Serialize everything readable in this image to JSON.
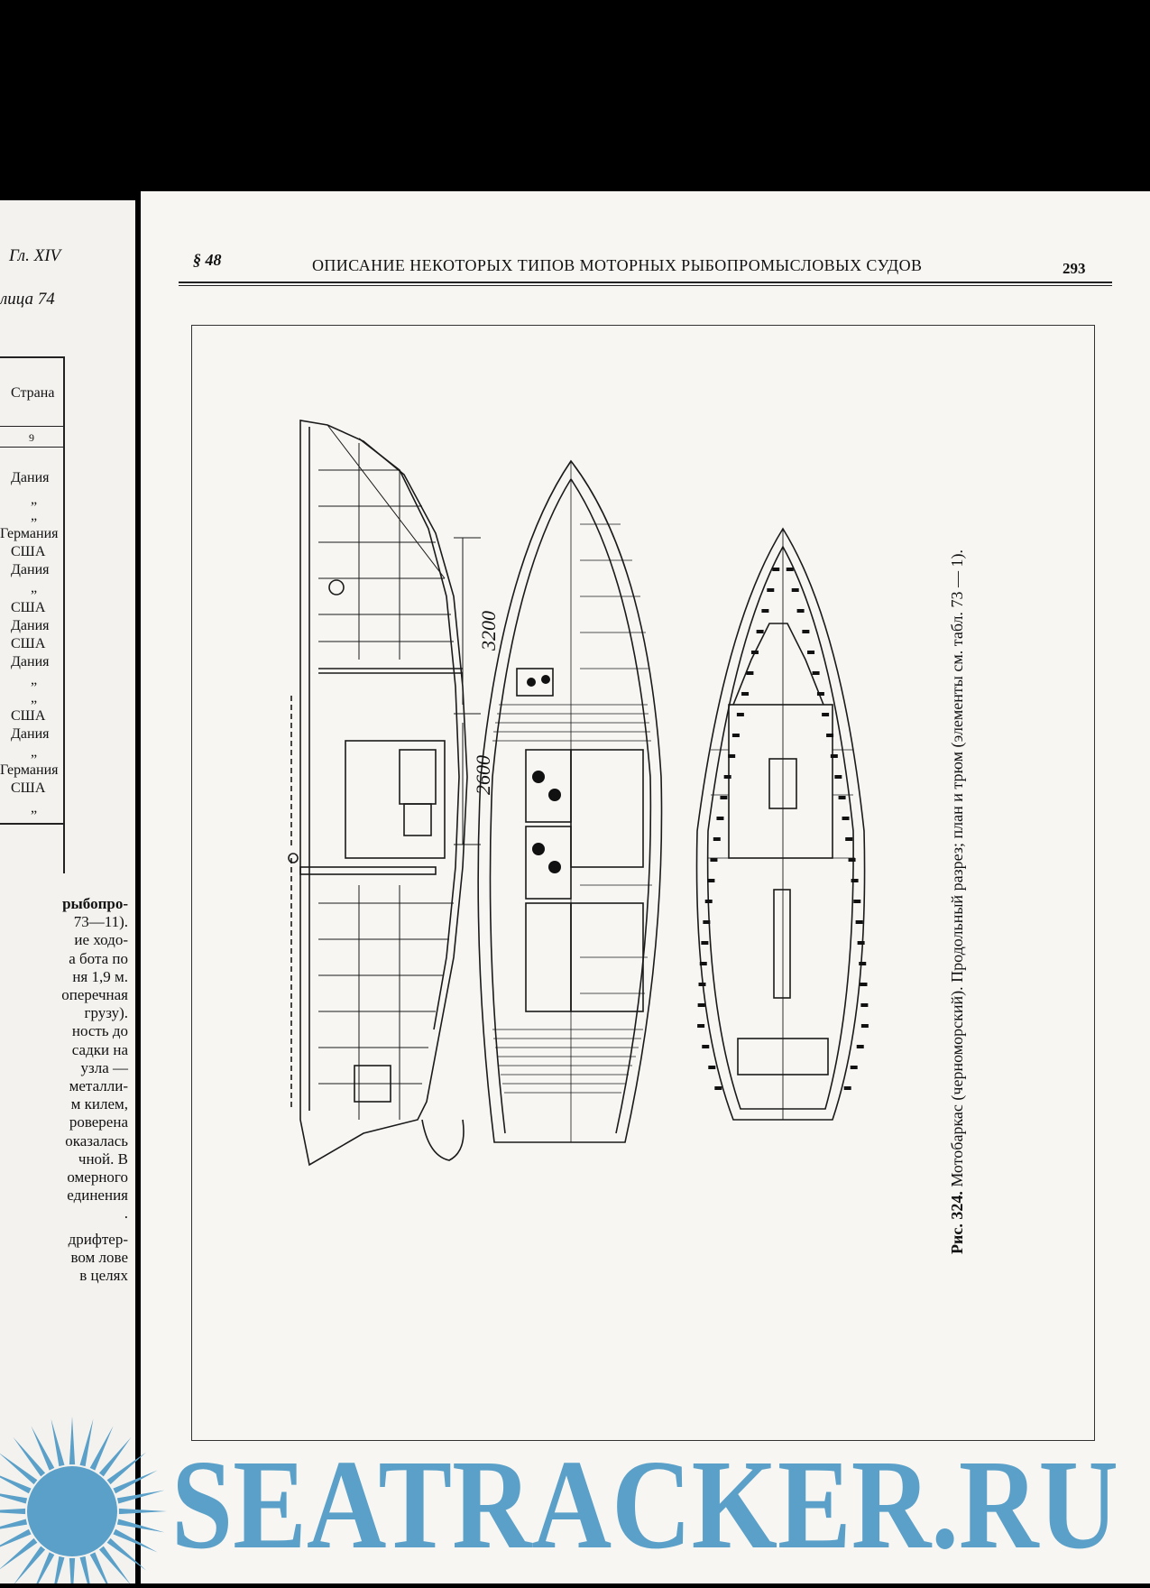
{
  "left_page": {
    "chapter_header": "Гл. XIV",
    "table_header": "лица 74",
    "column_title": "Страна",
    "column_number": "9",
    "countries": [
      "Дания",
      "„",
      "„",
      "Германия",
      "США",
      "Дания",
      "„",
      "США",
      "Дания",
      "США",
      "Дания",
      "„",
      "„",
      "США",
      "Дания",
      "„",
      "Германия",
      "США",
      "„"
    ],
    "text_lines": [
      "рыбопро-",
      "73—11).",
      "ие ходо-",
      "а бота по",
      "ня 1,9 м.",
      "оперечная",
      "грузу).",
      "ность до",
      "садки на",
      "узла —",
      "металли-",
      "м килем,",
      "роверена",
      "оказалась",
      "чной. В",
      "омерного",
      "единения",
      ".",
      "дрифтер-",
      "вом лове",
      "в целях"
    ]
  },
  "right_page": {
    "section_mark": "§ 48",
    "section_title": "ОПИСАНИЕ НЕКОТОРЫХ ТИПОВ МОТОРНЫХ РЫБОПРОМЫСЛОВЫХ СУДОВ",
    "page_number": "293",
    "figure": {
      "caption_label": "Рис. 324.",
      "caption_text": "Мотобаркас (черноморский). Продольный разрез; план и трюм (элементы см. табл. 73 — 1).",
      "dimension_1": "3200",
      "dimension_2": "2600"
    }
  },
  "watermark": {
    "text": "SEATRACKER.RU",
    "color": "#5aa0c8"
  }
}
